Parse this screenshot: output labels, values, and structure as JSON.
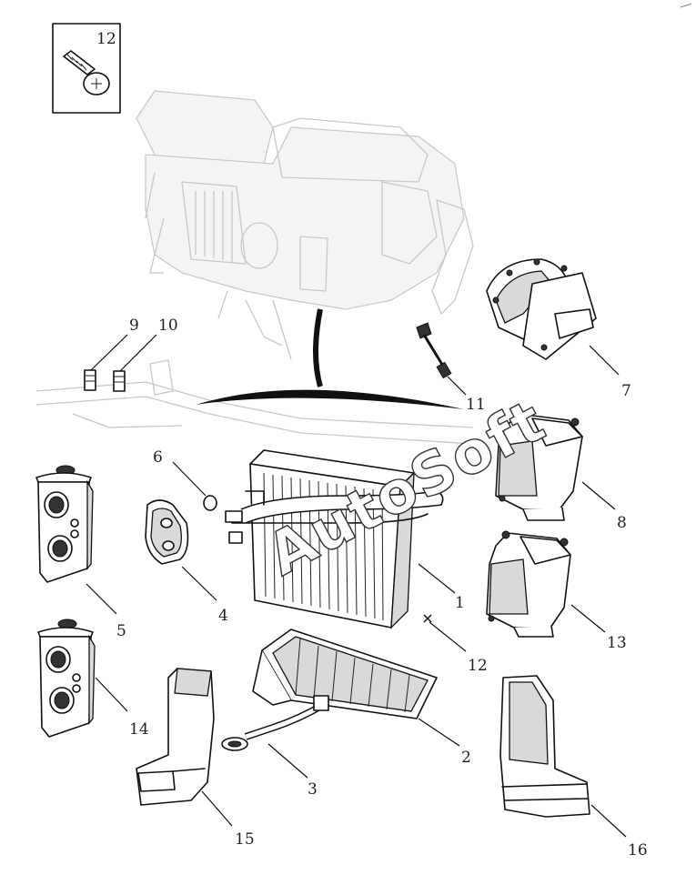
{
  "callouts": {
    "c1": "1",
    "c2": "2",
    "c3": "3",
    "c4": "4",
    "c5": "5",
    "c6": "6",
    "c7": "7",
    "c8": "8",
    "c9": "9",
    "c10": "10",
    "c11": "11",
    "c12_inset": "12",
    "c12": "12",
    "c13": "13",
    "c14": "14",
    "c15": "15",
    "c16": "16"
  },
  "watermark": "AutoSoft"
}
